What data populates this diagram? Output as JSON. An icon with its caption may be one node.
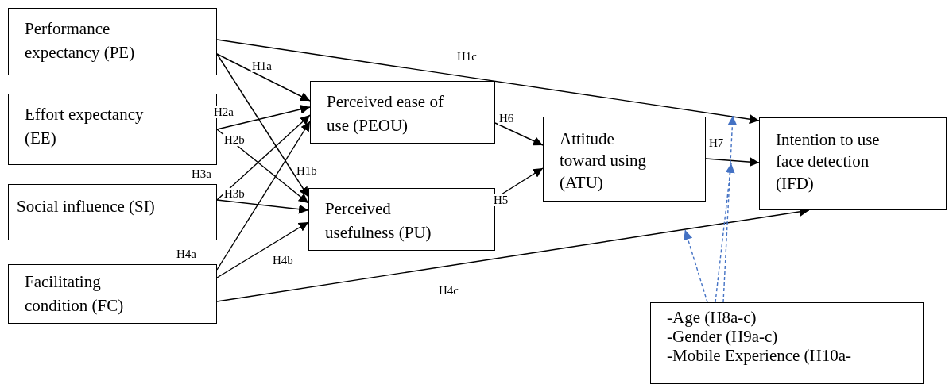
{
  "diagram": {
    "nodes": [
      {
        "text": [
          "Performance expectancy (PE)"
        ]
      },
      {
        "text": [
          "Effort expectancy (EE)"
        ]
      },
      {
        "text": [
          "Social influence (SI)"
        ]
      },
      {
        "text": [
          "Facilitating condition (FC)"
        ]
      },
      {
        "text": [
          "Perceived ease of use (PEOU)"
        ]
      },
      {
        "text": [
          "Perceived usefulness (PU)"
        ]
      },
      {
        "text": [
          "Attitude toward using (ATU)"
        ]
      },
      {
        "text": [
          "Intention to use face detection (IFD)"
        ]
      },
      {
        "text": [
          "-Age (H8a-c)",
          "-Gender (H9a-c)",
          "-Mobile Experience (H10a-"
        ]
      }
    ],
    "edges": [
      {
        "from": 0,
        "to": 4,
        "arrow": "to",
        "label": "H1a"
      },
      {
        "from": 0,
        "to": 5,
        "arrow": "to",
        "label": "H1b"
      },
      {
        "from": 0,
        "to": 7,
        "arrow": "to",
        "label": "H1c"
      },
      {
        "from": 1,
        "to": 4,
        "arrow": "to",
        "label": "H2a"
      },
      {
        "from": 1,
        "to": 5,
        "arrow": "to",
        "label": "H2b"
      },
      {
        "from": 2,
        "to": 4,
        "arrow": "to",
        "label": "H3a"
      },
      {
        "from": 2,
        "to": 5,
        "arrow": "to",
        "label": "H3b"
      },
      {
        "from": 3,
        "to": 4,
        "arrow": "to",
        "label": "H4a"
      },
      {
        "from": 3,
        "to": 5,
        "arrow": "to",
        "label": "H4b"
      },
      {
        "from": 3,
        "to": 7,
        "arrow": "to",
        "label": "H4c"
      },
      {
        "from": 4,
        "to": 6,
        "arrow": "to",
        "label": "H6"
      },
      {
        "from": 5,
        "to": 6,
        "arrow": "to",
        "label": "H5"
      },
      {
        "from": 6,
        "to": 7,
        "arrow": "to",
        "label": "H7"
      },
      {
        "from": 8,
        "to": null,
        "arrow": "to",
        "style": "dashed",
        "color": "#4472c4"
      },
      {
        "from": 8,
        "to": null,
        "arrow": "to",
        "style": "dashed",
        "color": "#4472c4"
      },
      {
        "from": 8,
        "to": null,
        "arrow": "to",
        "style": "dashed",
        "color": "#4472c4"
      }
    ]
  }
}
